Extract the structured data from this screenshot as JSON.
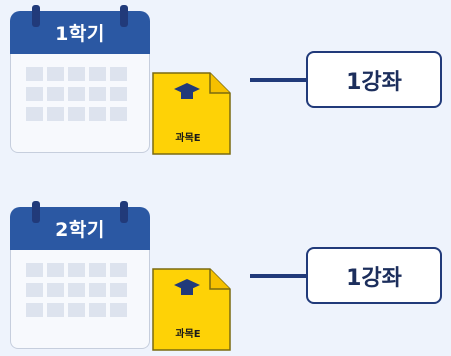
{
  "rows": [
    {
      "semester": "1학기",
      "course": "과목E",
      "lecture": "1강좌"
    },
    {
      "semester": "2학기",
      "course": "과목E",
      "lecture": "1강좌"
    }
  ],
  "colors": {
    "background": "#eef3fc",
    "calendar_header": "#2b58a3",
    "calendar_ring": "#213a7a",
    "document_fill": "#fed206",
    "accent_dark": "#213a7a"
  },
  "icons": {
    "calendar": "calendar-icon",
    "document": "document-icon",
    "graduation_cap": "graduation-cap-icon"
  }
}
